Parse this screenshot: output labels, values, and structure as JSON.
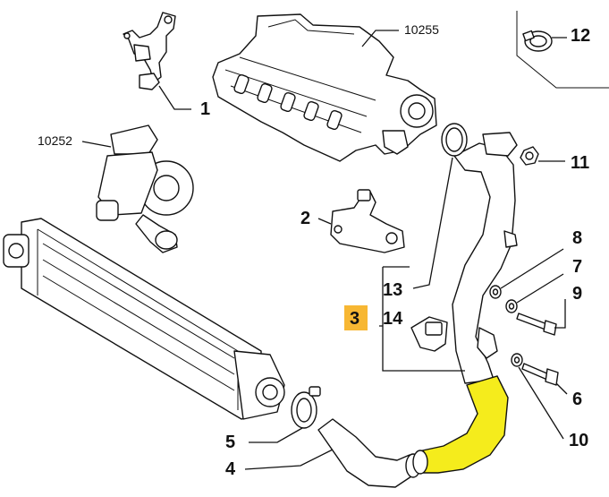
{
  "callouts": {
    "c1": "1",
    "c2": "2",
    "c3": "3",
    "c4": "4",
    "c5": "5",
    "c6": "6",
    "c7": "7",
    "c8": "8",
    "c9": "9",
    "c10": "10",
    "c11": "11",
    "c12": "12",
    "c13": "13",
    "c14": "14"
  },
  "references": {
    "manifold": "10255",
    "turbo": "10252"
  },
  "colors": {
    "highlight_hose": "#f5ec1c",
    "highlight_label": "#f7b733"
  }
}
